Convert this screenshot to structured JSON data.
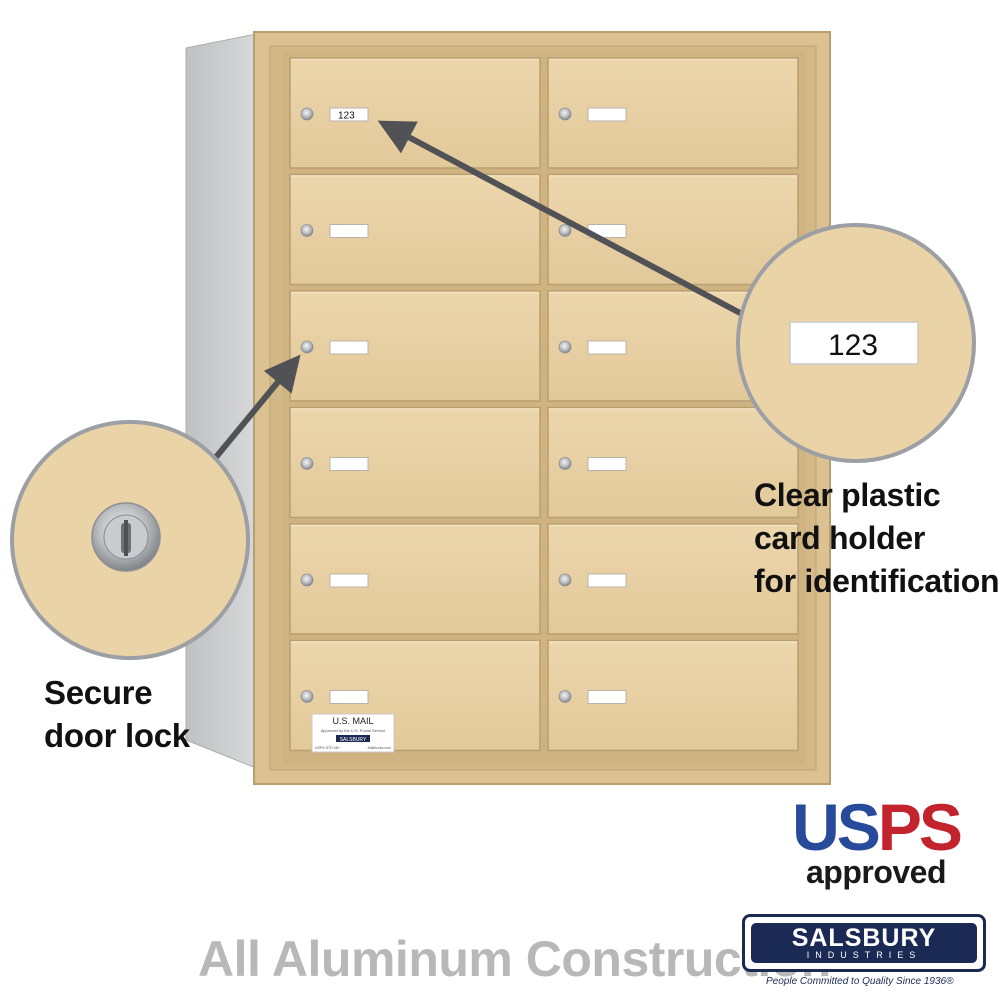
{
  "mailbox": {
    "card_number": "123",
    "usps_label": {
      "title": "U.S. MAIL",
      "approved_line": "Approved by the U.S. Postal Service",
      "brand": "SALSBURY",
      "left_code": "USPS-STD 4B+",
      "right_code": "Mailboxes.com"
    }
  },
  "callouts": {
    "card_zoom_number": "123",
    "lock_caption": [
      "Secure",
      "door lock"
    ],
    "card_caption": [
      "Clear plastic",
      "card holder",
      "for identification"
    ]
  },
  "footer": {
    "construction": "All Aluminum Construction",
    "usps_word": "USPS",
    "usps_approved": "approved",
    "salsbury_name": "SALSBURY",
    "salsbury_sub": "INDUSTRIES",
    "salsbury_tagline": "People Committed to Quality Since 1936®"
  },
  "colors": {
    "sandstone": "#e6cfa2",
    "frame": "#dcc292",
    "usps_blue": "#274a9b",
    "usps_red": "#c2232d",
    "salsbury_navy": "#1b2a55"
  }
}
